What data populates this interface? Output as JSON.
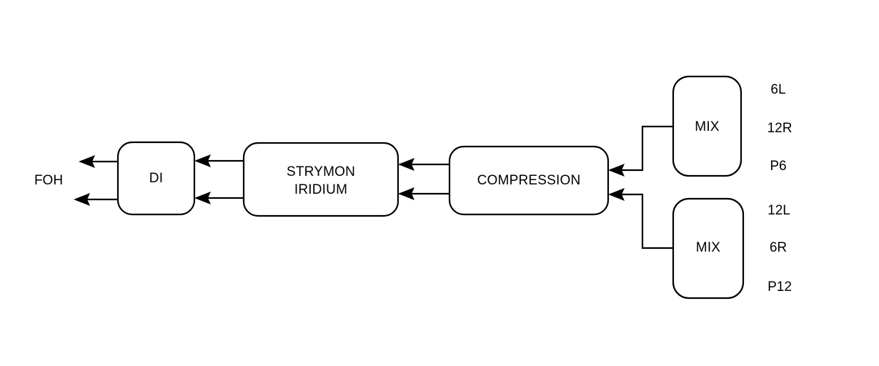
{
  "diagram": {
    "type": "signal-flow-block-diagram",
    "orientation": "right-to-left",
    "background_color": "#ffffff",
    "line_color": "#000000",
    "nodes": {
      "di": {
        "label": "DI"
      },
      "strymon": {
        "label_line1": "STRYMON",
        "label_line2": "IRIDIUM"
      },
      "compression": {
        "label": "COMPRESSION"
      },
      "mix_top": {
        "label": "MIX"
      },
      "mix_bottom": {
        "label": "MIX"
      }
    },
    "endpoints": {
      "foh": {
        "label": "FOH"
      }
    },
    "channel_labels_top": [
      {
        "label": "6L"
      },
      {
        "label": "12R"
      },
      {
        "label": "P6"
      }
    ],
    "channel_labels_bottom": [
      {
        "label": "12L"
      },
      {
        "label": "6R"
      },
      {
        "label": "P12"
      }
    ]
  }
}
